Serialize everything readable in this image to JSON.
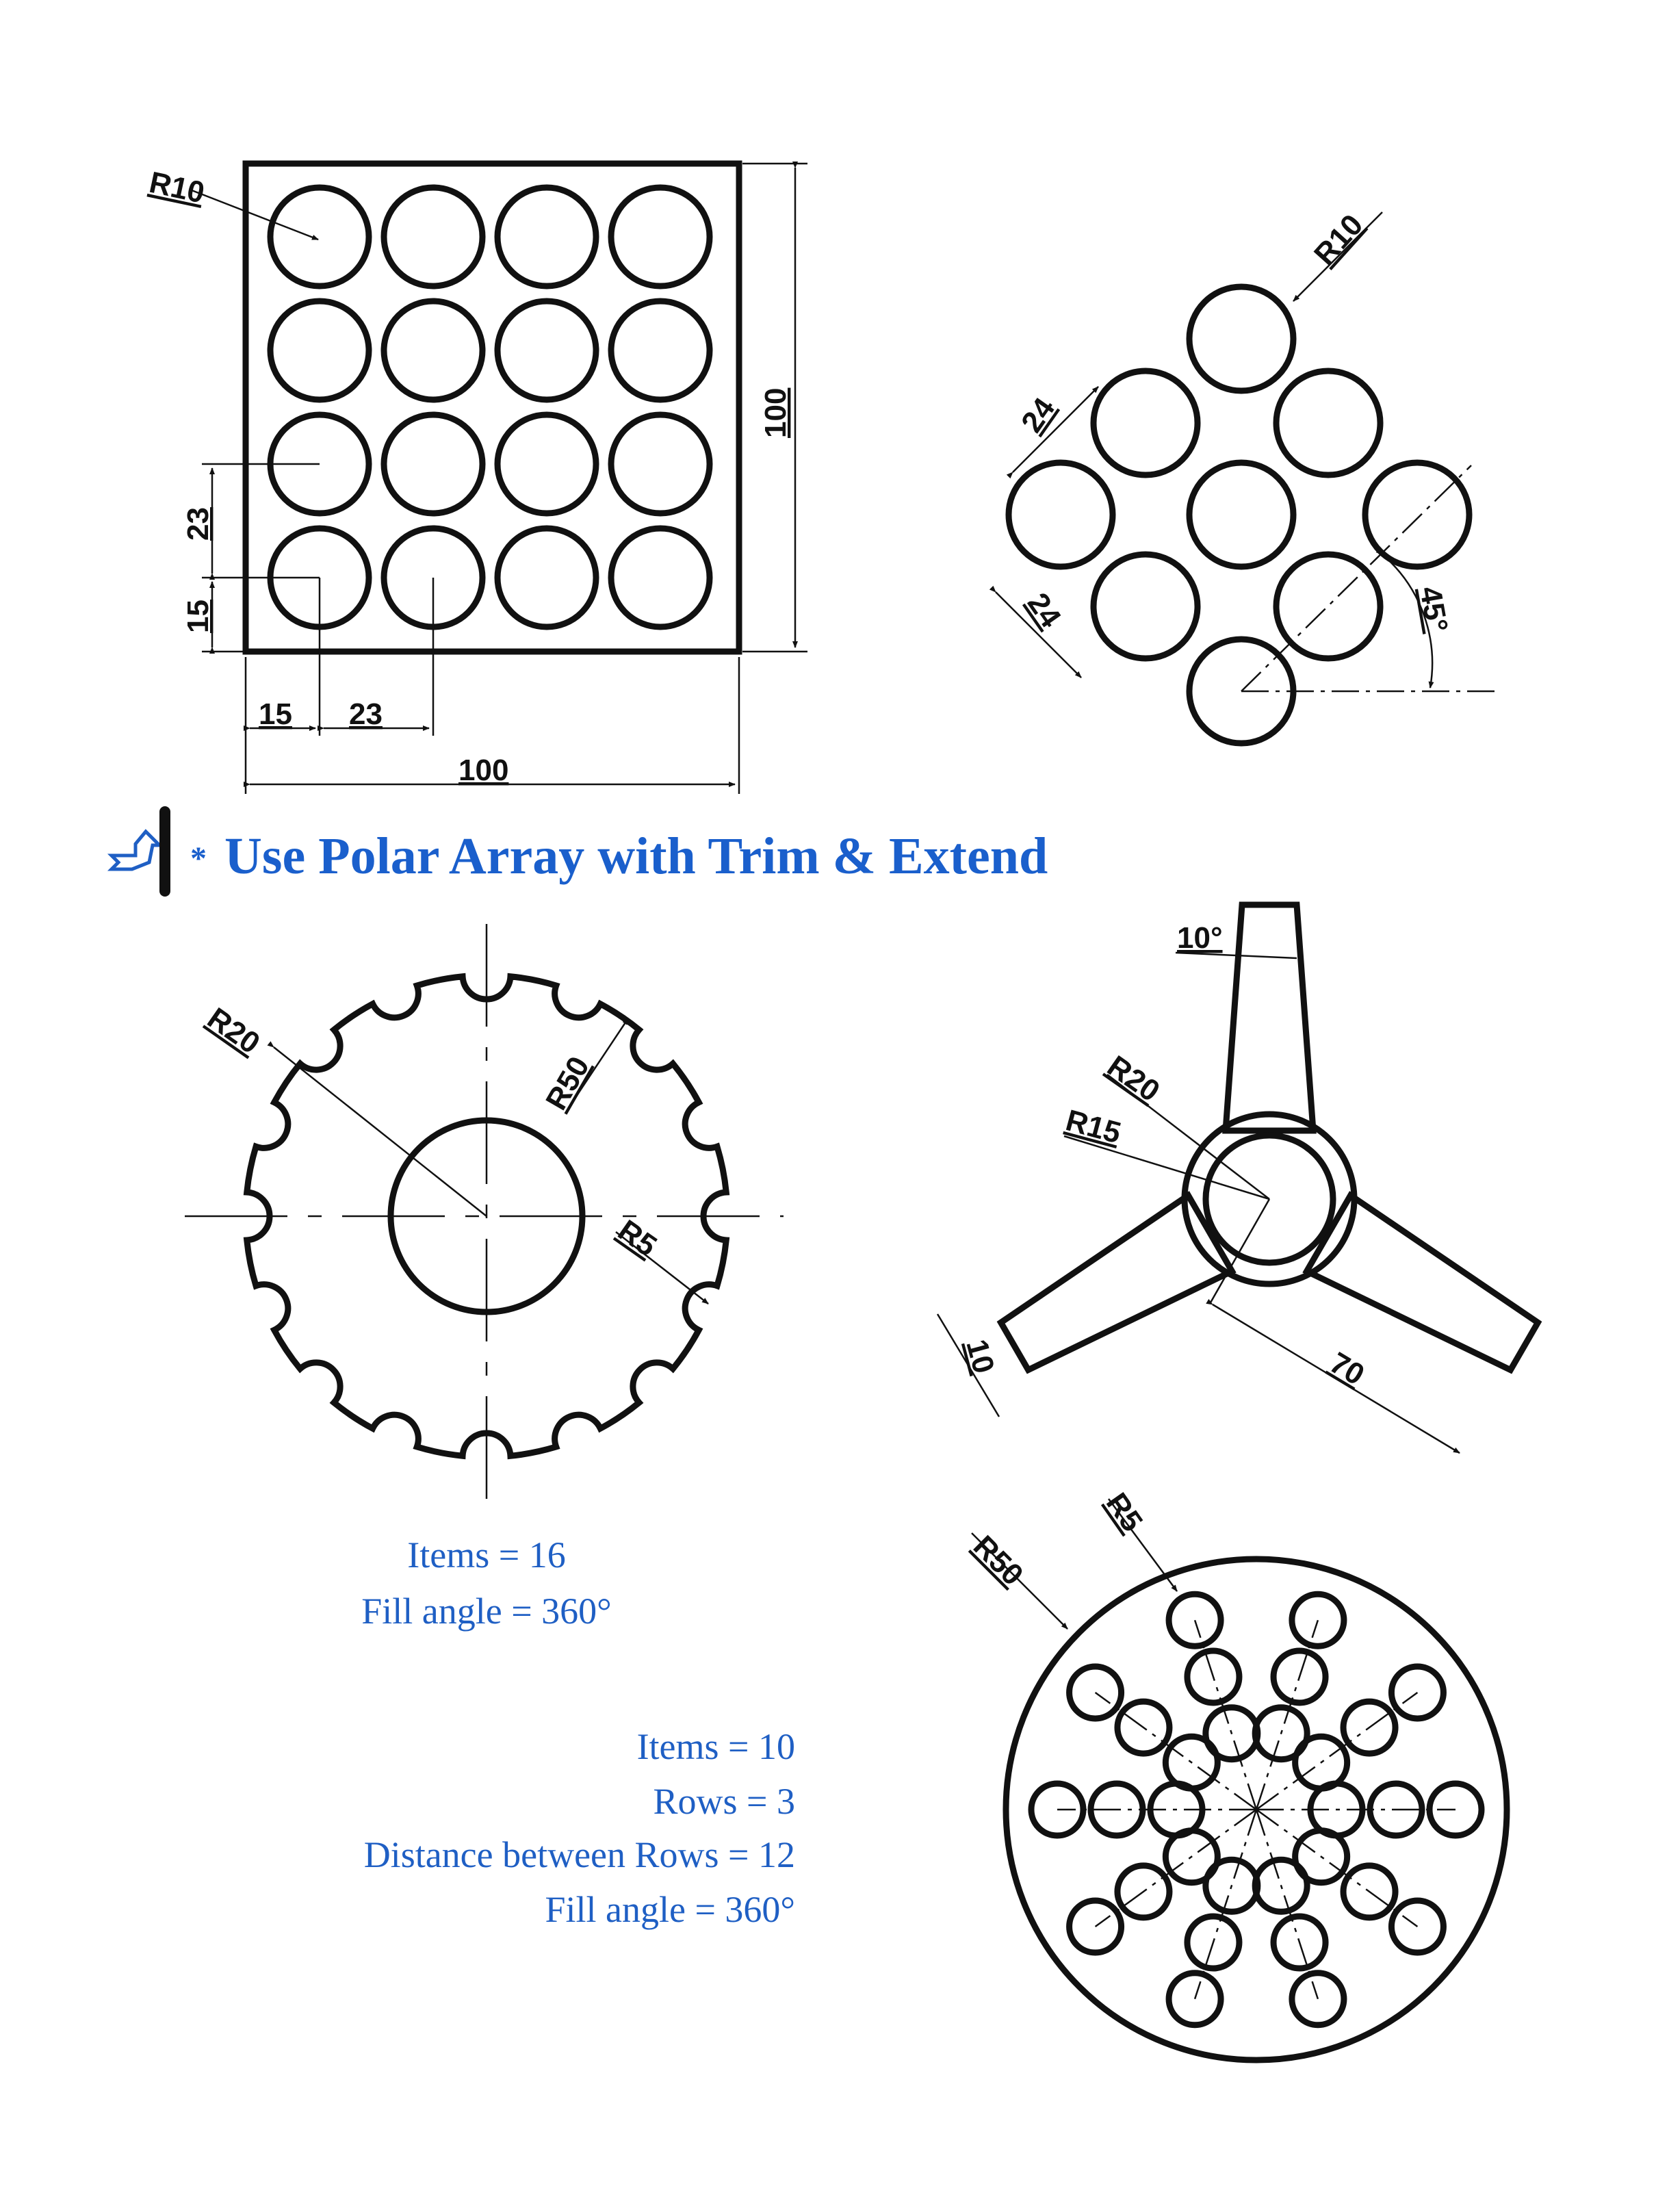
{
  "title": {
    "bullet": "*",
    "text": "Use Polar Array with Trim & Extend",
    "icon": "pointing-hand-icon"
  },
  "drawing1": {
    "labels": {
      "radius": "R10",
      "height": "100",
      "width": "100",
      "offset_x": "15",
      "spacing_x": "23",
      "offset_y": "15",
      "spacing_y": "23"
    }
  },
  "drawing2": {
    "labels": {
      "radius": "R10",
      "spacing_top": "24",
      "spacing_bottom": "24",
      "angle": "45°"
    }
  },
  "drawing3": {
    "labels": {
      "inner_radius": "R20",
      "outer_radius": "R50",
      "notch_radius": "R5"
    },
    "notes": {
      "items": "Items = 16",
      "fill_angle": "Fill angle = 360°"
    },
    "items": 16
  },
  "drawing4": {
    "labels": {
      "angle": "10°",
      "outer_radius": "R20",
      "inner_radius": "R15",
      "width": "10",
      "length": "70"
    }
  },
  "drawing5": {
    "labels": {
      "outer_radius": "R50",
      "hole_radius": "R5"
    },
    "notes": {
      "items": "Items = 10",
      "rows": "Rows = 3",
      "distance": "Distance between Rows = 12",
      "fill_angle": "Fill angle = 360°"
    },
    "items": 10,
    "rows": 3
  },
  "colors": {
    "accent": "#1f5fc4",
    "ink": "#111111"
  }
}
